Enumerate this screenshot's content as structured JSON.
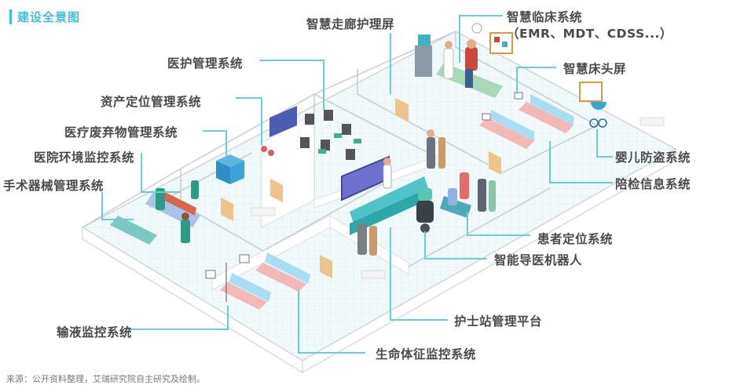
{
  "header": {
    "title": "建设全景图"
  },
  "colors": {
    "accent": "#3ec1d6",
    "label_text": "#4a4a4a",
    "callout_line": "#6ccbdc",
    "wall": "#cfd4d8",
    "floor": "#eef6f8"
  },
  "labels": {
    "corridor_screen": "智慧走廊护理屏",
    "clinical_system": "智慧临床系统",
    "clinical_system_sub": "（EMR、MDT、CDSS...）",
    "bedside_screen": "智慧床头屏",
    "medical_care_mgmt": "医护管理系统",
    "asset_location": "资产定位管理系统",
    "medical_waste": "医疗废弃物管理系统",
    "environment_monitor": "医院环境监控系统",
    "surgical_instruments": "手术器械管理系统",
    "infant_antitheft": "婴儿防盗系统",
    "escort_info": "陪检信息系统",
    "patient_location": "患者定位系统",
    "guide_robot": "智能导医机器人",
    "nurse_station": "护士站管理平台",
    "infusion_monitor": "输液监控系统",
    "vital_signs": "生命体征监控系统"
  },
  "footer": {
    "source": "来源：公开资料整理，艾瑞研究院自主研究及绘制。"
  }
}
